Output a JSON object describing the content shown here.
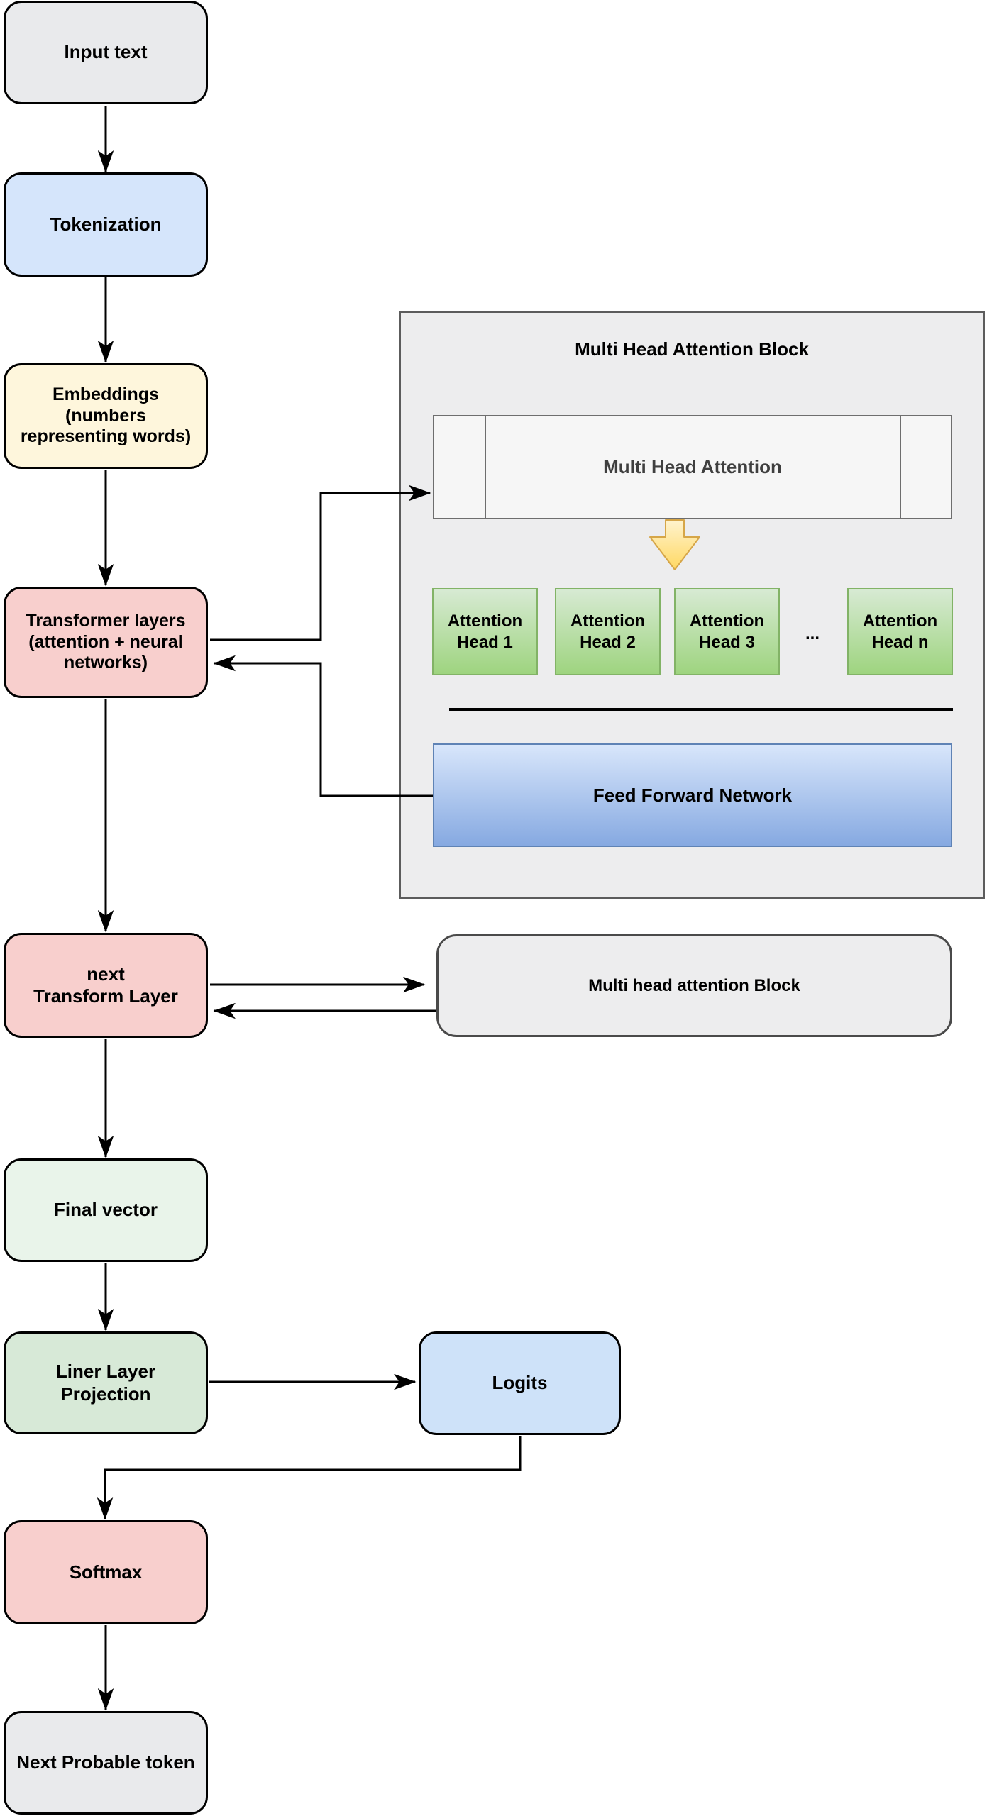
{
  "diagram": {
    "nodes": {
      "input_text": "Input text",
      "tokenization": "Tokenization",
      "embeddings": "Embeddings\n(numbers\nrepresenting words)",
      "transformer_layers": "Transformer layers\n(attention + neural\nnetworks)",
      "next_transform_layer": "next\nTransform Layer",
      "final_vector": "Final vector",
      "liner_layer_projection": "Liner Layer\nProjection",
      "logits": "Logits",
      "softmax": "Softmax",
      "next_probable_token": "Next Probable token"
    },
    "mha_block": {
      "title": "Multi Head Attention Block",
      "bar_label": "Multi Head Attention",
      "heads": [
        "Attention\nHead 1",
        "Attention\nHead 2",
        "Attention\nHead 3",
        "Attention\nHead n"
      ],
      "ellipsis": "...",
      "ffn_label": "Feed Forward Network"
    },
    "mha_ref_box_label": "Multi head attention Block",
    "colors": {
      "gray_node": "#E9EAEC",
      "blue_node": "#D5E5FB",
      "logits_blue": "#CEE2F9",
      "cream_node": "#FEF6DC",
      "pink_node": "#F8CFCD",
      "light_green_node": "#E9F4EA",
      "green_node": "#D7E9D7",
      "block_bg": "#EDEDEE",
      "bar_bg": "#F6F6F6",
      "head_gradient_top": "#D7EAD3",
      "head_gradient_bottom": "#9ED47F",
      "head_border": "#82B366",
      "ffn_gradient_top": "#D8E6FB",
      "ffn_gradient_bottom": "#86A9E1",
      "ffn_border": "#5F83B5",
      "yellow_arrow_fill": "#FFD862",
      "yellow_arrow_border": "#D6A648",
      "connector": "#000000"
    }
  }
}
